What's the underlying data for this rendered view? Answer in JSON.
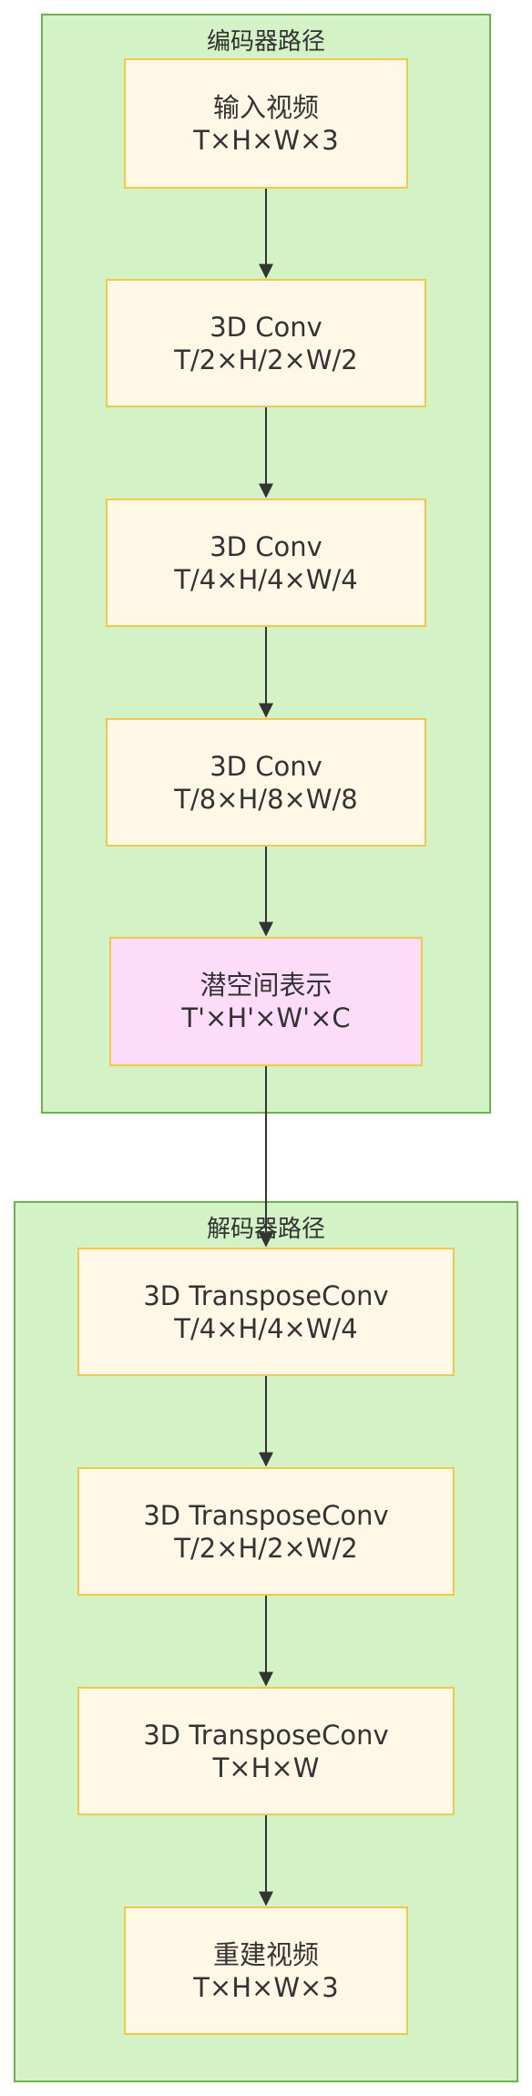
{
  "encoder": {
    "title": "编码器路径",
    "nodes": [
      {
        "line1": "输入视频",
        "line2": "T×H×W×3"
      },
      {
        "line1": "3D Conv",
        "line2": "T/2×H/2×W/2"
      },
      {
        "line1": "3D Conv",
        "line2": "T/4×H/4×W/4"
      },
      {
        "line1": "3D Conv",
        "line2": "T/8×H/8×W/8"
      },
      {
        "line1": "潜空间表示",
        "line2": "T'×H'×W'×C"
      }
    ]
  },
  "decoder": {
    "title": "解码器路径",
    "nodes": [
      {
        "line1": "3D TransposeConv",
        "line2": "T/4×H/4×W/4"
      },
      {
        "line1": "3D TransposeConv",
        "line2": "T/2×H/2×W/2"
      },
      {
        "line1": "3D TransposeConv",
        "line2": "T×H×W"
      },
      {
        "line1": "重建视频",
        "line2": "T×H×W×3"
      }
    ]
  },
  "colors": {
    "group_fill": "#d3f2c5",
    "group_border": "#6cb24d",
    "node_fill": "#fff8e6",
    "node_border": "#f3c84a",
    "latent_fill": "#fddcfa",
    "arrow": "#333333"
  }
}
